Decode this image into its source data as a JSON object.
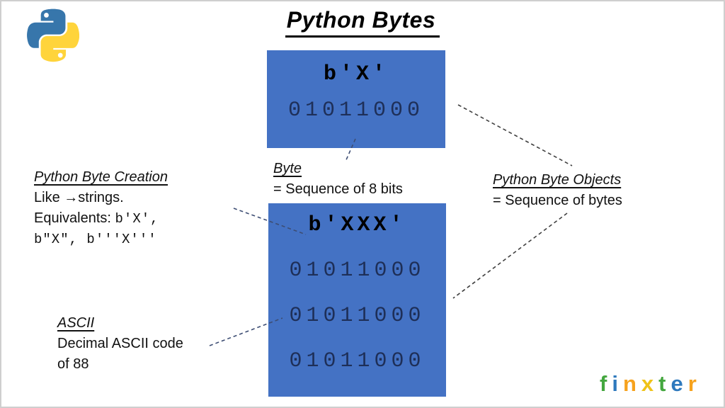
{
  "slide": {
    "title": "Python Bytes"
  },
  "colors": {
    "box_blue": "#4472C4",
    "binary_text": "#1e2f58",
    "connector_blue": "#3d4d73",
    "connector_dark": "#3f3f3f",
    "python_blue": "#3776AB",
    "python_yellow": "#FFD43B"
  },
  "boxes": {
    "single": {
      "code": "b'X'",
      "binary": "01011000"
    },
    "multi": {
      "code": "b'XXX'",
      "binary_rows": [
        "01011000",
        "01011000",
        "01011000"
      ]
    }
  },
  "annotations": {
    "byte": {
      "heading": "Byte",
      "body": "= Sequence of 8 bits"
    },
    "objects": {
      "heading": "Python Byte Objects",
      "body": "= Sequence of bytes"
    },
    "creation": {
      "heading": "Python Byte Creation",
      "line1_pre": "Like ",
      "line1_arrow": "→",
      "line1_post": "strings.",
      "line2_label": "Equivalents: ",
      "line2_code": "b'X',",
      "line3_code": "b\"X\", b'''X'''"
    },
    "ascii": {
      "heading": "ASCII",
      "line1": "Decimal ASCII code",
      "line2": "of 88"
    }
  },
  "brand": {
    "name": "finxter",
    "letters": [
      {
        "ch": "f",
        "color": "#44A73F"
      },
      {
        "ch": "i",
        "color": "#2E79BD"
      },
      {
        "ch": "n",
        "color": "#F6A21D"
      },
      {
        "ch": "x",
        "color": "#EFC319"
      },
      {
        "ch": "t",
        "color": "#44A73F"
      },
      {
        "ch": "e",
        "color": "#2E79BD"
      },
      {
        "ch": "r",
        "color": "#F6A21D"
      }
    ]
  }
}
